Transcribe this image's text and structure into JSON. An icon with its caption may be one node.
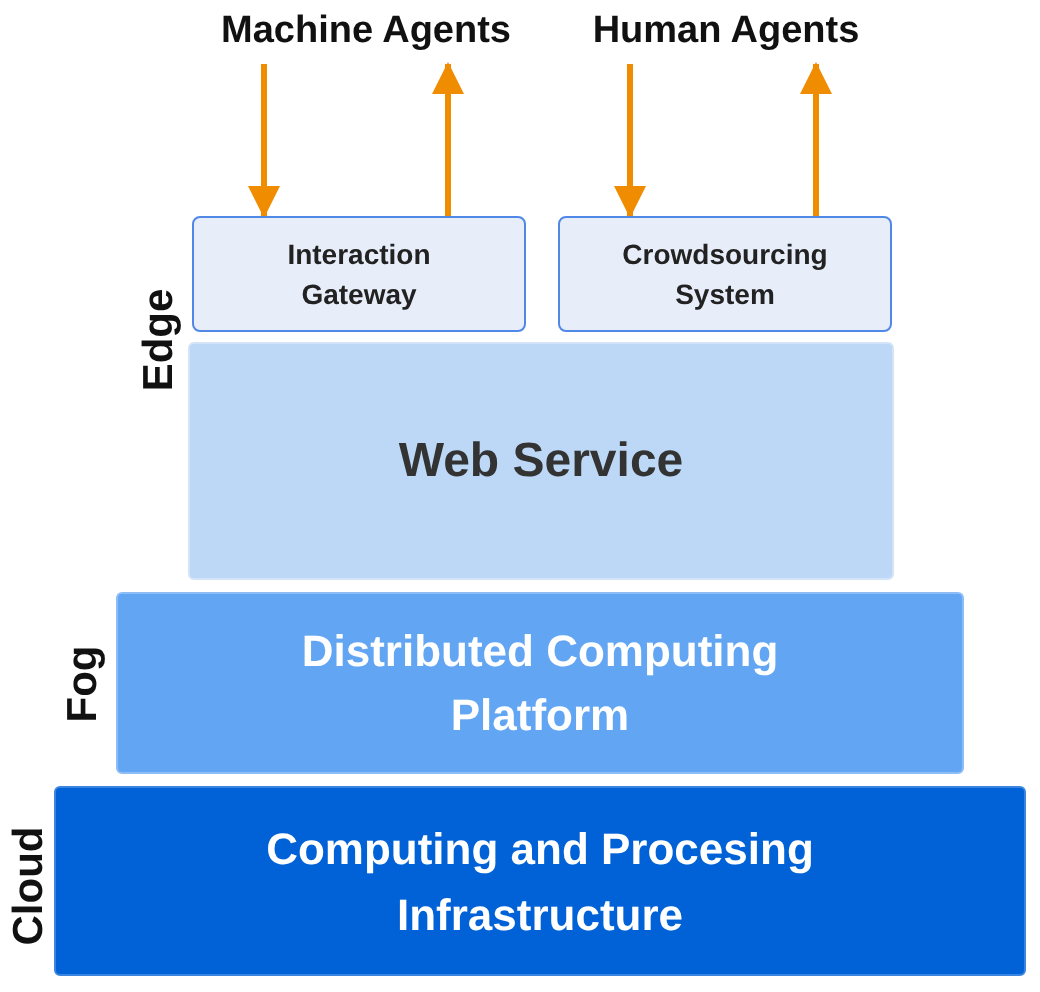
{
  "diagram": {
    "nodes": [
      {
        "text": [
          "Machine Agents"
        ]
      },
      {
        "text": [
          "Human Agents"
        ]
      },
      {
        "text": [
          "Interaction Gateway"
        ]
      },
      {
        "text": [
          "Crowdsourcing System"
        ]
      },
      {
        "text": [
          "Web Service"
        ]
      },
      {
        "text": [
          "Distributed Computing Platform"
        ]
      },
      {
        "text": [
          "Computing and Procesing Infrastructure"
        ]
      }
    ],
    "edges": [
      {
        "from": 0,
        "to": 2,
        "arrow": "to"
      },
      {
        "from": 2,
        "to": 0,
        "arrow": "to"
      },
      {
        "from": 1,
        "to": 3,
        "arrow": "to"
      },
      {
        "from": 3,
        "to": 1,
        "arrow": "to"
      }
    ],
    "labels": [
      "Edge",
      "Fog",
      "Cloud"
    ]
  }
}
